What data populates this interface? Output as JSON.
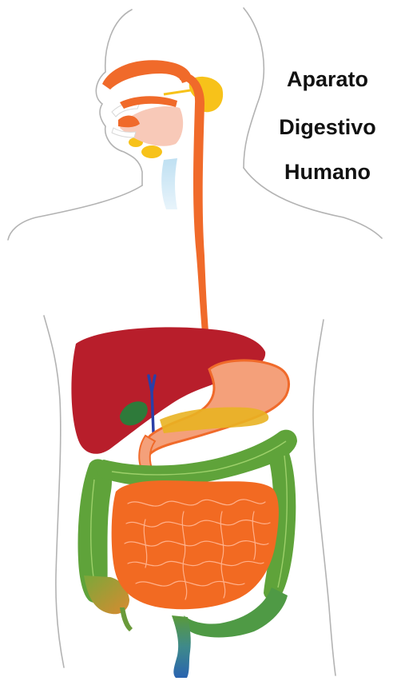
{
  "title": {
    "line1": "Aparato",
    "line2": "Digestivo",
    "line3": "Humano"
  },
  "colors": {
    "esophagus": "#f06a2a",
    "salivary_gland": "#f7c21a",
    "liver": "#b81e2b",
    "stomach": "#f4a07a",
    "gallbladder": "#2e8b3a",
    "pancreas": "#e9b322",
    "small_intestine": "#f26a22",
    "large_intestine": "#5fa33a",
    "rectum": "#3a7fb0",
    "outline": "#b0b0b0"
  }
}
